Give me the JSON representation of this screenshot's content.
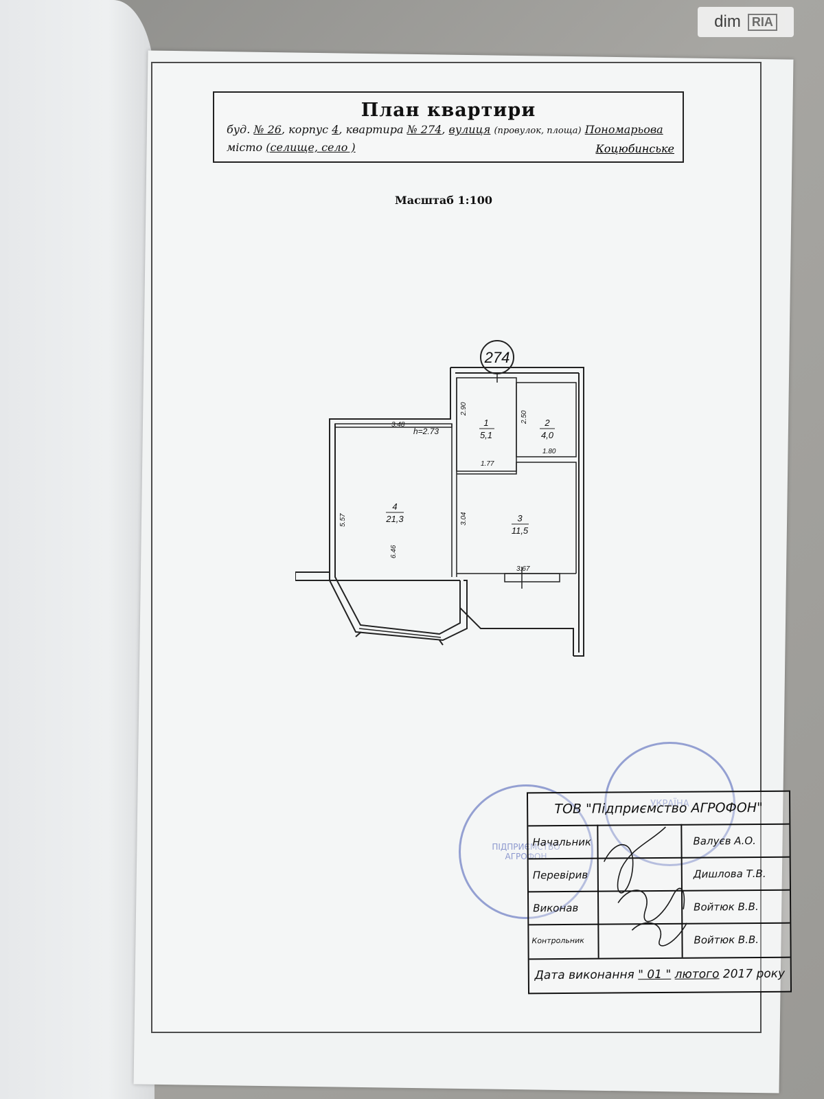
{
  "watermark": {
    "brand": "dim",
    "brand_mark": "RIA"
  },
  "document": {
    "title": "План квартири",
    "addr_label_building": "буд.",
    "building_no": "№ 26",
    "addr_label_korpus": ", корпус",
    "korpus": "4",
    "addr_label_apt": ", квартира",
    "apartment_no": "№ 274",
    "addr_label_street": "вулиця",
    "addr_street_hint": "(провулок, площа)",
    "street": "Пономарьова",
    "addr_label_city": "місто",
    "addr_city_hint": "(селище, село )",
    "city": "Коцюбинське",
    "scale": "Масштаб 1:100"
  },
  "plan": {
    "apartment_marker": "274",
    "ceiling_height": "h=2.73",
    "rooms": [
      {
        "num": "1",
        "area": "5,1"
      },
      {
        "num": "2",
        "area": "4,0"
      },
      {
        "num": "3",
        "area": "11,5"
      },
      {
        "num": "4",
        "area": "21,3"
      }
    ],
    "dimensions": {
      "d348": "3.48",
      "d290": "2.90",
      "d250": "2.50",
      "d177": "1.77",
      "d180": "1.80",
      "d557": "5.57",
      "d304": "3.04",
      "d646": "6.46",
      "d367": "3.67"
    }
  },
  "stamp_block": {
    "company": "ТОВ \"Підприємство АГРОФОН\"",
    "rows": [
      {
        "role": "Начальник",
        "name": "Валуєв А.О."
      },
      {
        "role": "Перевірив",
        "name": "Дишлова Т.В."
      },
      {
        "role": "Виконав",
        "name": "Войтюк В.В."
      },
      {
        "role": "Контрольник",
        "name": "Войтюк В.В."
      }
    ],
    "date_prefix": "Дата виконання",
    "day": "\" 01 \"",
    "month": "лютого",
    "year": "2017 року"
  },
  "seal_left": {
    "text": "ПІДПРИЄМСТВО АГРОФОН"
  },
  "seal_right": {
    "text": "УКРАЇНА"
  }
}
